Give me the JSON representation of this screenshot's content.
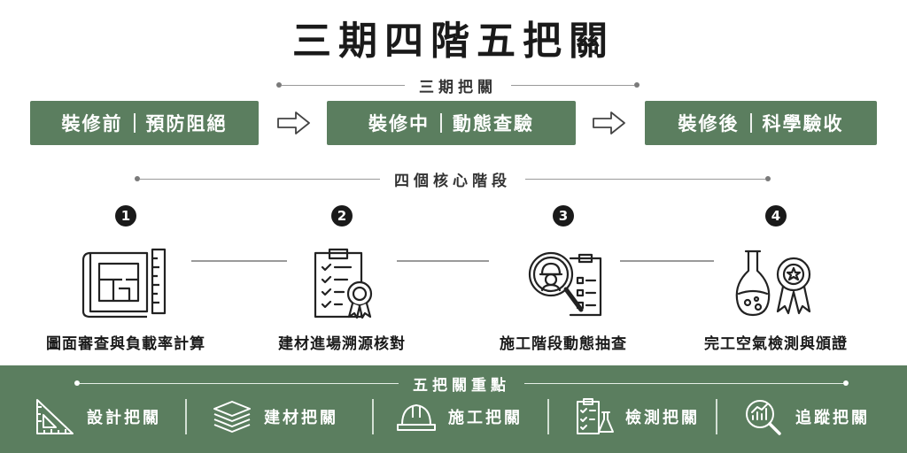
{
  "title": "三期四階五把關",
  "phases_section": {
    "label": "三期把關",
    "items": [
      {
        "stage": "裝修前",
        "desc": "預防阻絕"
      },
      {
        "stage": "裝修中",
        "desc": "動態查驗"
      },
      {
        "stage": "裝修後",
        "desc": "科學驗收"
      }
    ]
  },
  "stages_section": {
    "label": "四個核心階段",
    "items": [
      {
        "num": "1",
        "label": "圖面審查與負載率計算",
        "icon": "blueprint-icon"
      },
      {
        "num": "2",
        "label": "建材進場溯源核對",
        "icon": "clipboard-certificate-icon"
      },
      {
        "num": "3",
        "label": "施工階段動態抽查",
        "icon": "inspector-magnifier-icon"
      },
      {
        "num": "4",
        "label": "完工空氣檢測與頒證",
        "icon": "flask-award-icon"
      }
    ]
  },
  "gates_section": {
    "label": "五把關重點",
    "items": [
      {
        "label": "設計把關",
        "icon": "set-square-icon"
      },
      {
        "label": "建材把關",
        "icon": "layers-icon"
      },
      {
        "label": "施工把關",
        "icon": "hard-hat-icon"
      },
      {
        "label": "檢測把關",
        "icon": "checklist-flask-icon"
      },
      {
        "label": "追蹤把關",
        "icon": "chart-magnifier-icon"
      }
    ]
  },
  "colors": {
    "primary_green": "#5b7e5f",
    "text_dark": "#1a1a1a",
    "line_gray": "#9a9a9a"
  }
}
